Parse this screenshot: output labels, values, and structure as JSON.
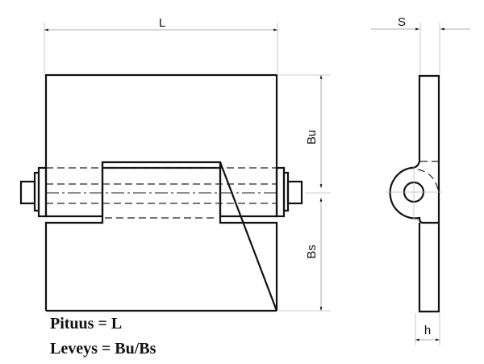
{
  "dimensions": {
    "length_label": "L",
    "upper_width_label": "Bu",
    "lower_width_label": "Bs",
    "thickness_label": "S",
    "knuckle_label": "h"
  },
  "legend": {
    "length_text": "Pituus = L",
    "width_text": "Leveys = Bu/Bs"
  }
}
